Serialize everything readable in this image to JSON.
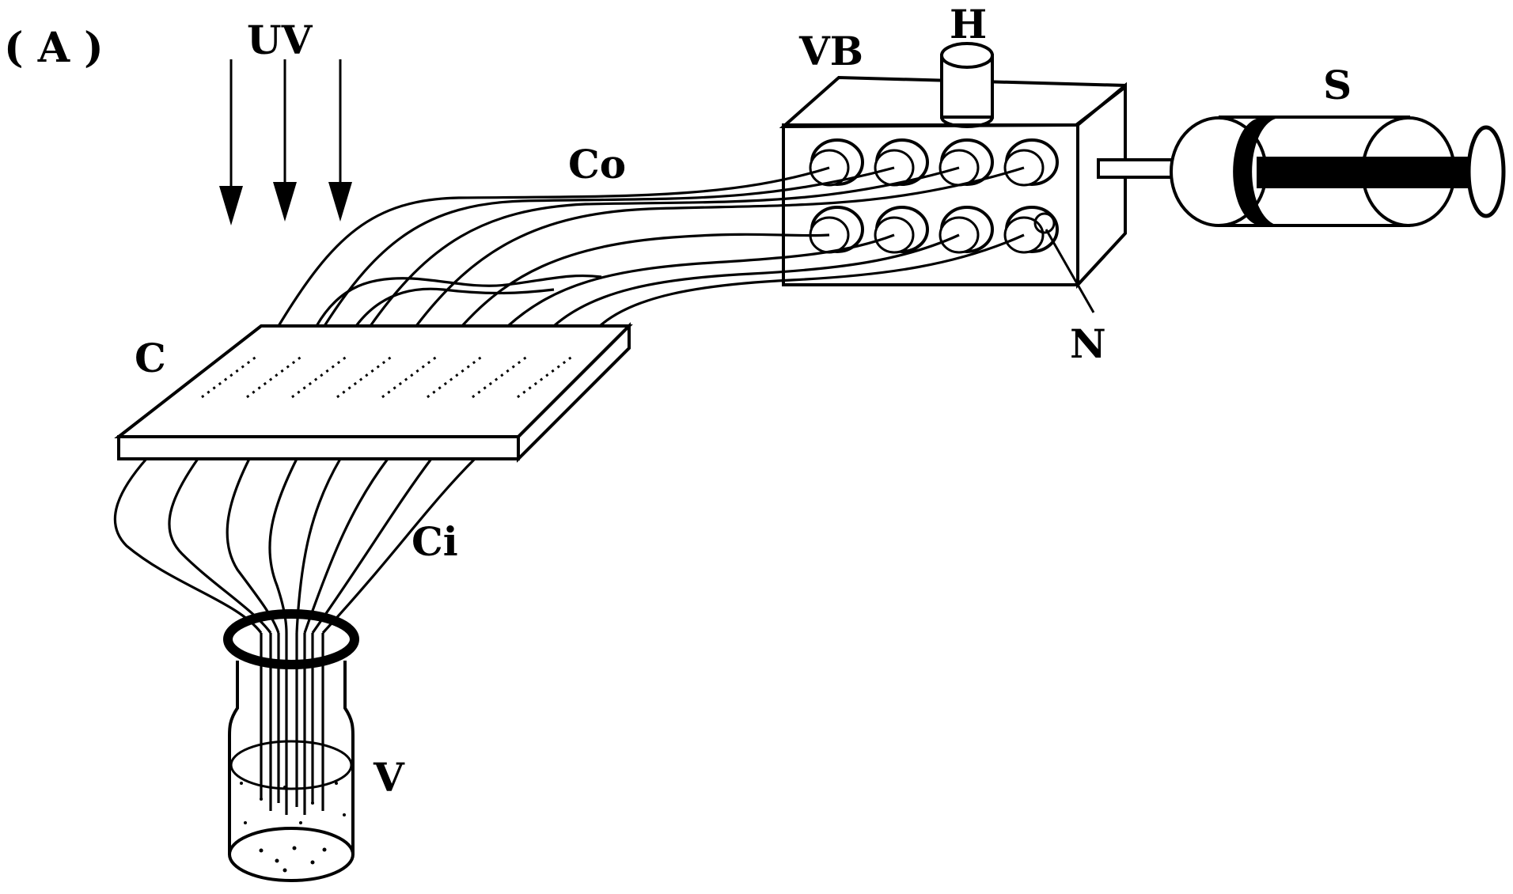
{
  "labels": {
    "panel": "( A )",
    "uv": "UV",
    "vb": "VB",
    "h": "H",
    "s": "S",
    "co": "Co",
    "c": "C",
    "n": "N",
    "ci": "Ci",
    "v": "V"
  },
  "colors": {
    "ink": "#000000",
    "background": "#ffffff"
  }
}
